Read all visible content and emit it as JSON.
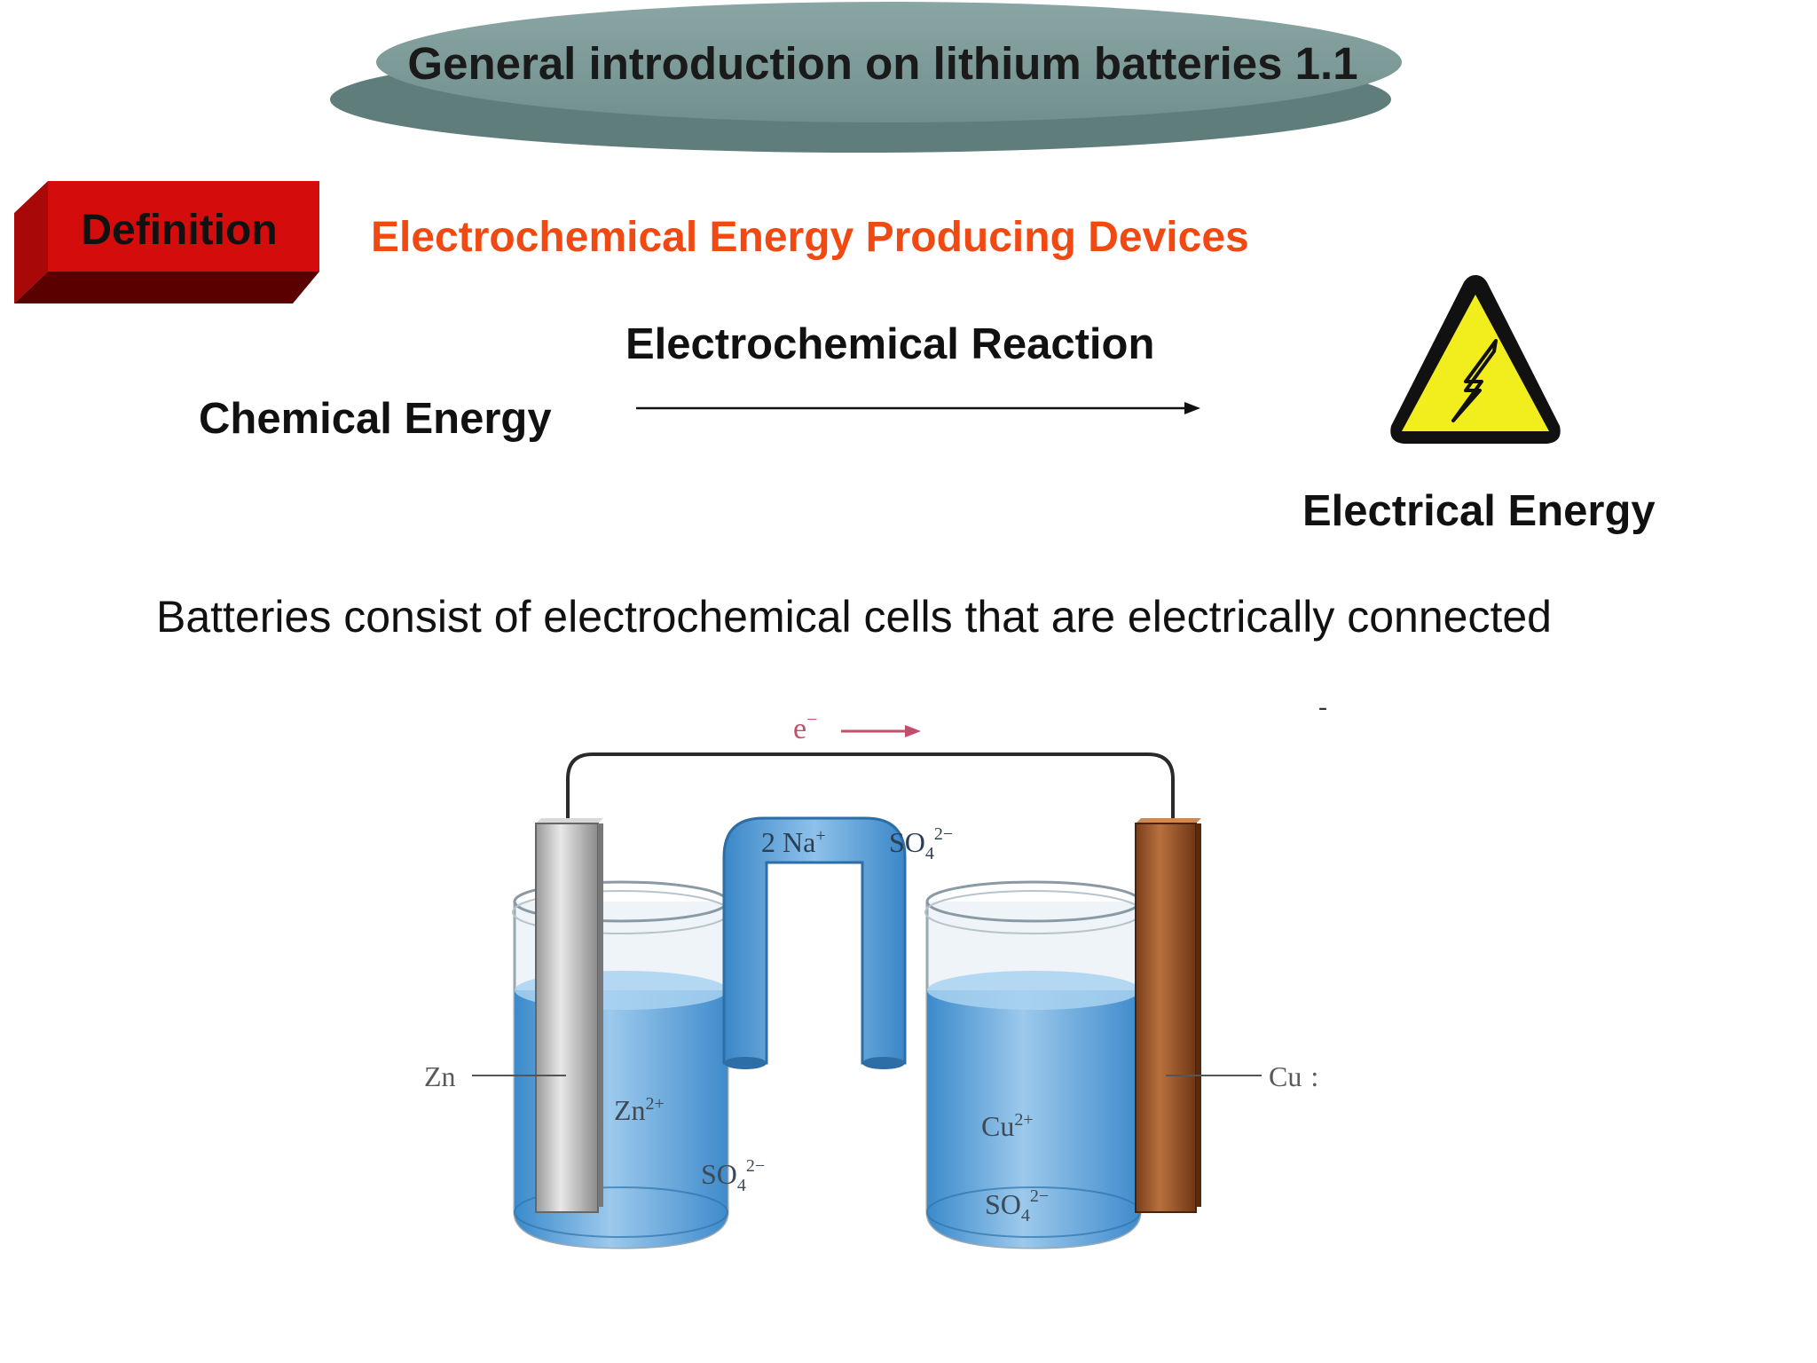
{
  "slide": {
    "title": "General introduction on lithium batteries 1.1",
    "definition_tag": "Definition",
    "subtitle": "Electrochemical Energy Producing Devices",
    "reaction_label": "Electrochemical Reaction",
    "input_energy": "Chemical Energy",
    "output_energy": "Electrical Energy",
    "body_text": "Batteries consist of electrochemical cells that are electrically connected"
  },
  "diagram": {
    "electron": "e",
    "electron_sup": "−",
    "salt_bridge_cation": "2 Na",
    "salt_bridge_cation_sup": "+",
    "salt_bridge_anion": "SO",
    "salt_bridge_anion_sub": "4",
    "salt_bridge_anion_sup": "2−",
    "left_electrode": "Zn",
    "left_ion": "Zn",
    "left_ion_sup": "2+",
    "left_anion": "SO",
    "left_anion_sub": "4",
    "left_anion_sup": "2−",
    "right_electrode": "Cu",
    "right_electrode_suffix": ":",
    "right_ion": "Cu",
    "right_ion_sup": "2+",
    "right_anion": "SO",
    "right_anion_sub": "4",
    "right_anion_sup": "2−",
    "stray_mark": "-"
  },
  "colors": {
    "title_banner": "#7e9a98",
    "definition_tag": "#d40c0c",
    "subtitle": "#f04a12",
    "warning_yellow": "#f2ee1e",
    "solution_blue": "#4d9ad8",
    "copper": "#9a5228",
    "electron_arrow": "#c0506e"
  },
  "icons": [
    "high-voltage-warning-icon",
    "arrow-right-icon"
  ]
}
